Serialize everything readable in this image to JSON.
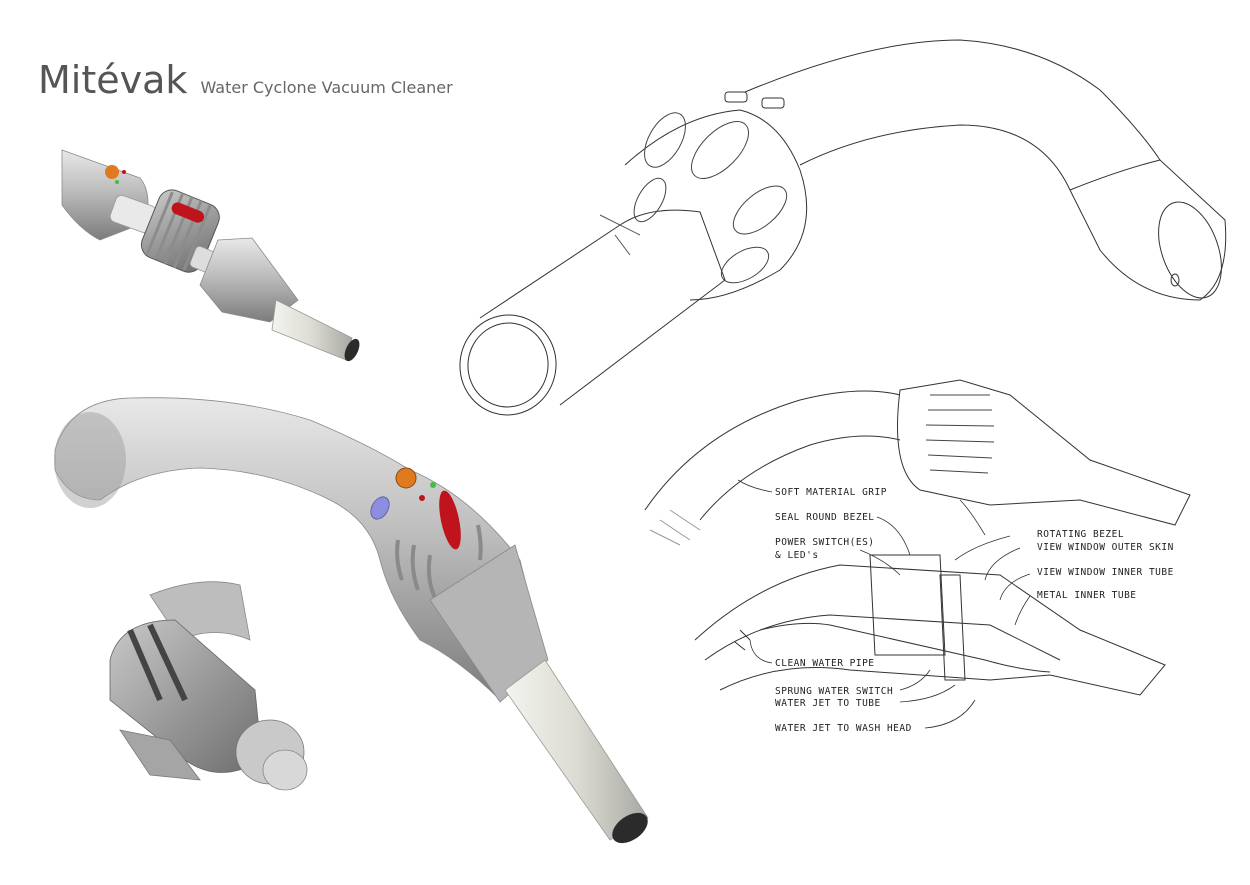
{
  "header": {
    "brand": "Mitévak",
    "subtitle": "Water Cyclone Vacuum Cleaner"
  },
  "callouts": [
    "SOFT MATERIAL GRIP",
    "SEAL ROUND BEZEL",
    "POWER SWITCH(ES)",
    "& LED's",
    "ROTATING BEZEL",
    "VIEW WINDOW OUTER SKIN",
    "VIEW WINDOW INNER TUBE",
    "METAL INNER TUBE",
    "CLEAN WATER PIPE",
    "SPRUNG WATER SWITCH",
    "WATER JET TO TUBE",
    "WATER JET TO WASH HEAD"
  ],
  "colors": {
    "body_grey": "#b9b9b9",
    "power_button": "#e07a1f",
    "indicator_red": "#c0141c",
    "indicator_blue": "#8e8ee0",
    "led_green": "#3ec23e",
    "sketch_line": "#333333"
  }
}
